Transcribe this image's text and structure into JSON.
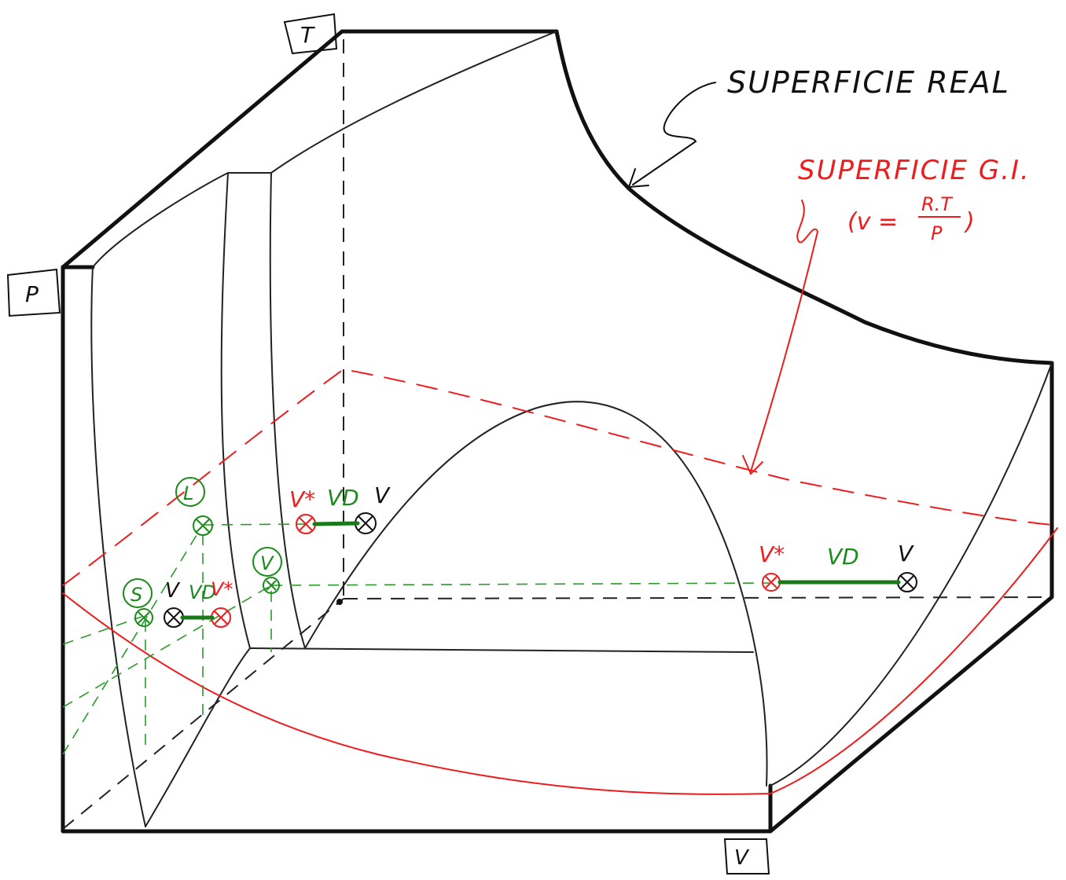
{
  "axes": {
    "t": "T",
    "p": "P",
    "v": "V"
  },
  "annotations": {
    "real_surface": "SUPERFICIE REAL",
    "gi_surface": "SUPERFICIE G.I.",
    "gi_equation_left": "(v =",
    "gi_equation_num": "R.T",
    "gi_equation_den": "P",
    "gi_equation_right": ")"
  },
  "phase_regions": {
    "solid": "S",
    "liquid": "L",
    "vapor": "V"
  },
  "markers": {
    "low_row": {
      "v": "V",
      "vd": "VD",
      "vstar": "V*"
    },
    "mid_row": {
      "vstar": "V*",
      "vd": "VD",
      "v": "V"
    },
    "right_row": {
      "vstar": "V*",
      "vd": "VD",
      "v": "V"
    }
  },
  "colors": {
    "ink": "#111111",
    "ideal_gas": "#ee1c1c",
    "departure": "#1a8a1a"
  }
}
